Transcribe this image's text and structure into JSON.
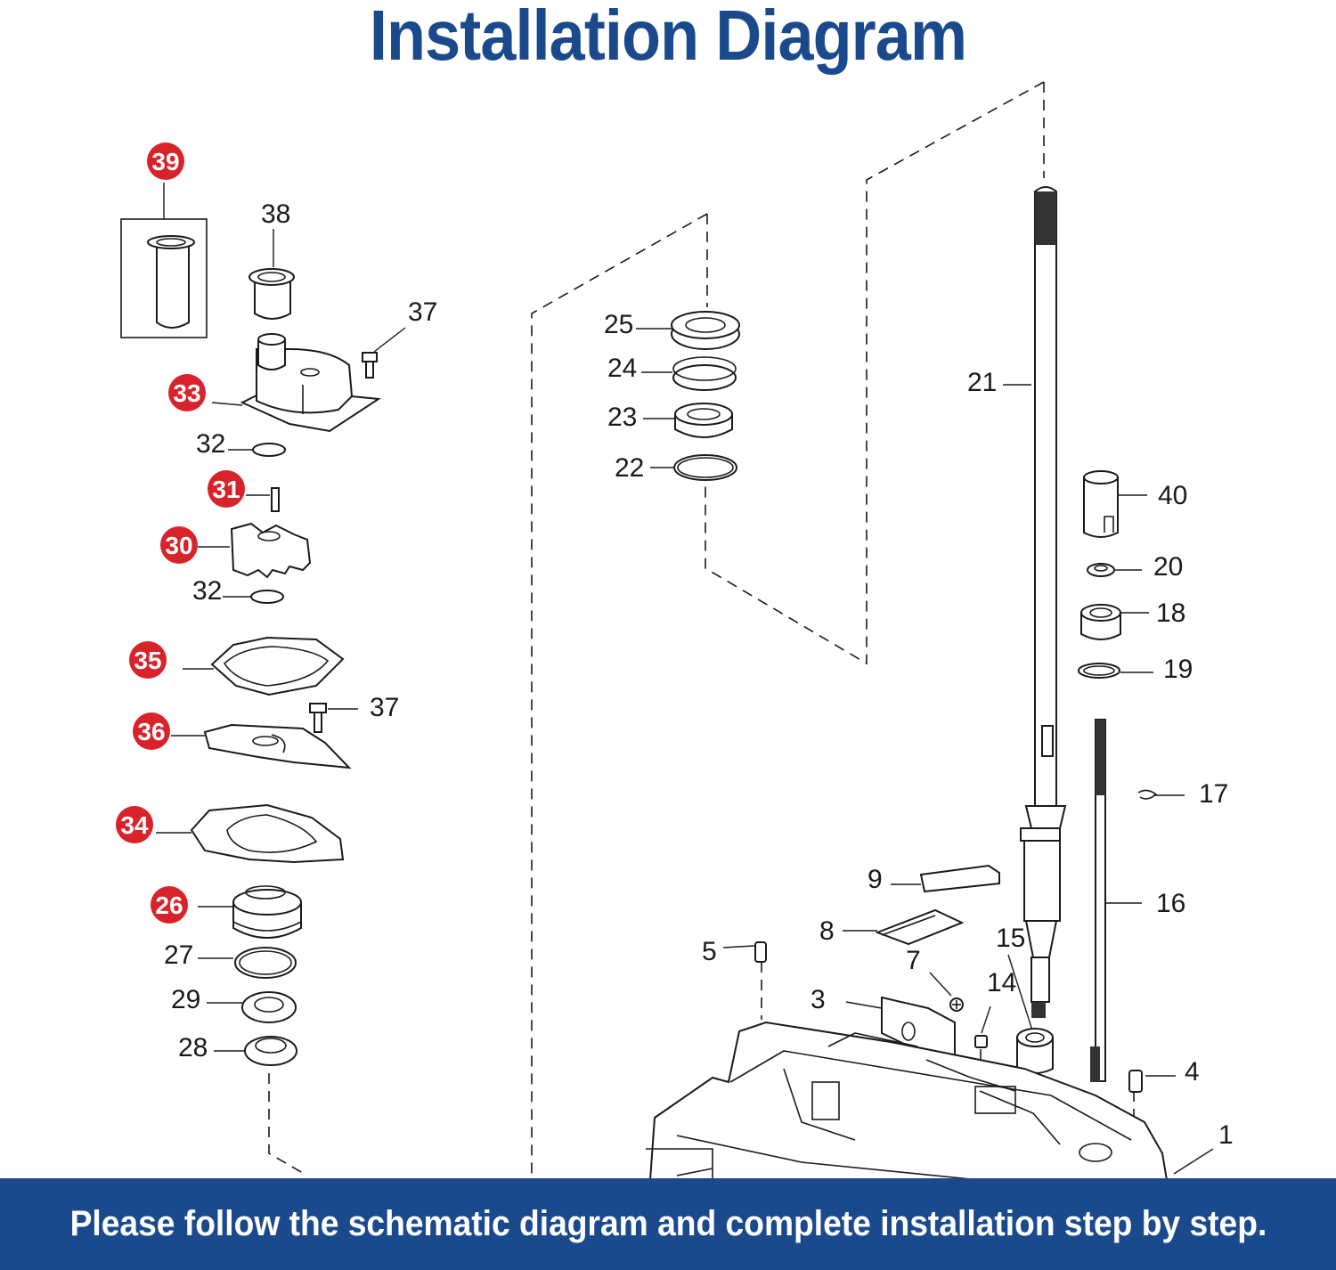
{
  "title": "Installation Diagram",
  "footer": "Please follow the schematic diagram and complete installation step by step.",
  "colors": {
    "title": "#1b4a8c",
    "footer_bg": "#1b4a8c",
    "badge": "#d9232a"
  },
  "labels": {
    "p1": "1",
    "p3": "3",
    "p4": "4",
    "p5": "5",
    "p7": "7",
    "p8": "8",
    "p9": "9",
    "p14": "14",
    "p15": "15",
    "p16": "16",
    "p17": "17",
    "p18": "18",
    "p19": "19",
    "p20": "20",
    "p21": "21",
    "p22": "22",
    "p23": "23",
    "p24": "24",
    "p25": "25",
    "p27": "27",
    "p28": "28",
    "p29": "29",
    "p32a": "32",
    "p32b": "32",
    "p37a": "37",
    "p37b": "37",
    "p38": "38",
    "p40": "40"
  },
  "badges": {
    "b26": "26",
    "b30": "30",
    "b31": "31",
    "b33": "33",
    "b34": "34",
    "b35": "35",
    "b36": "36",
    "b39": "39"
  }
}
